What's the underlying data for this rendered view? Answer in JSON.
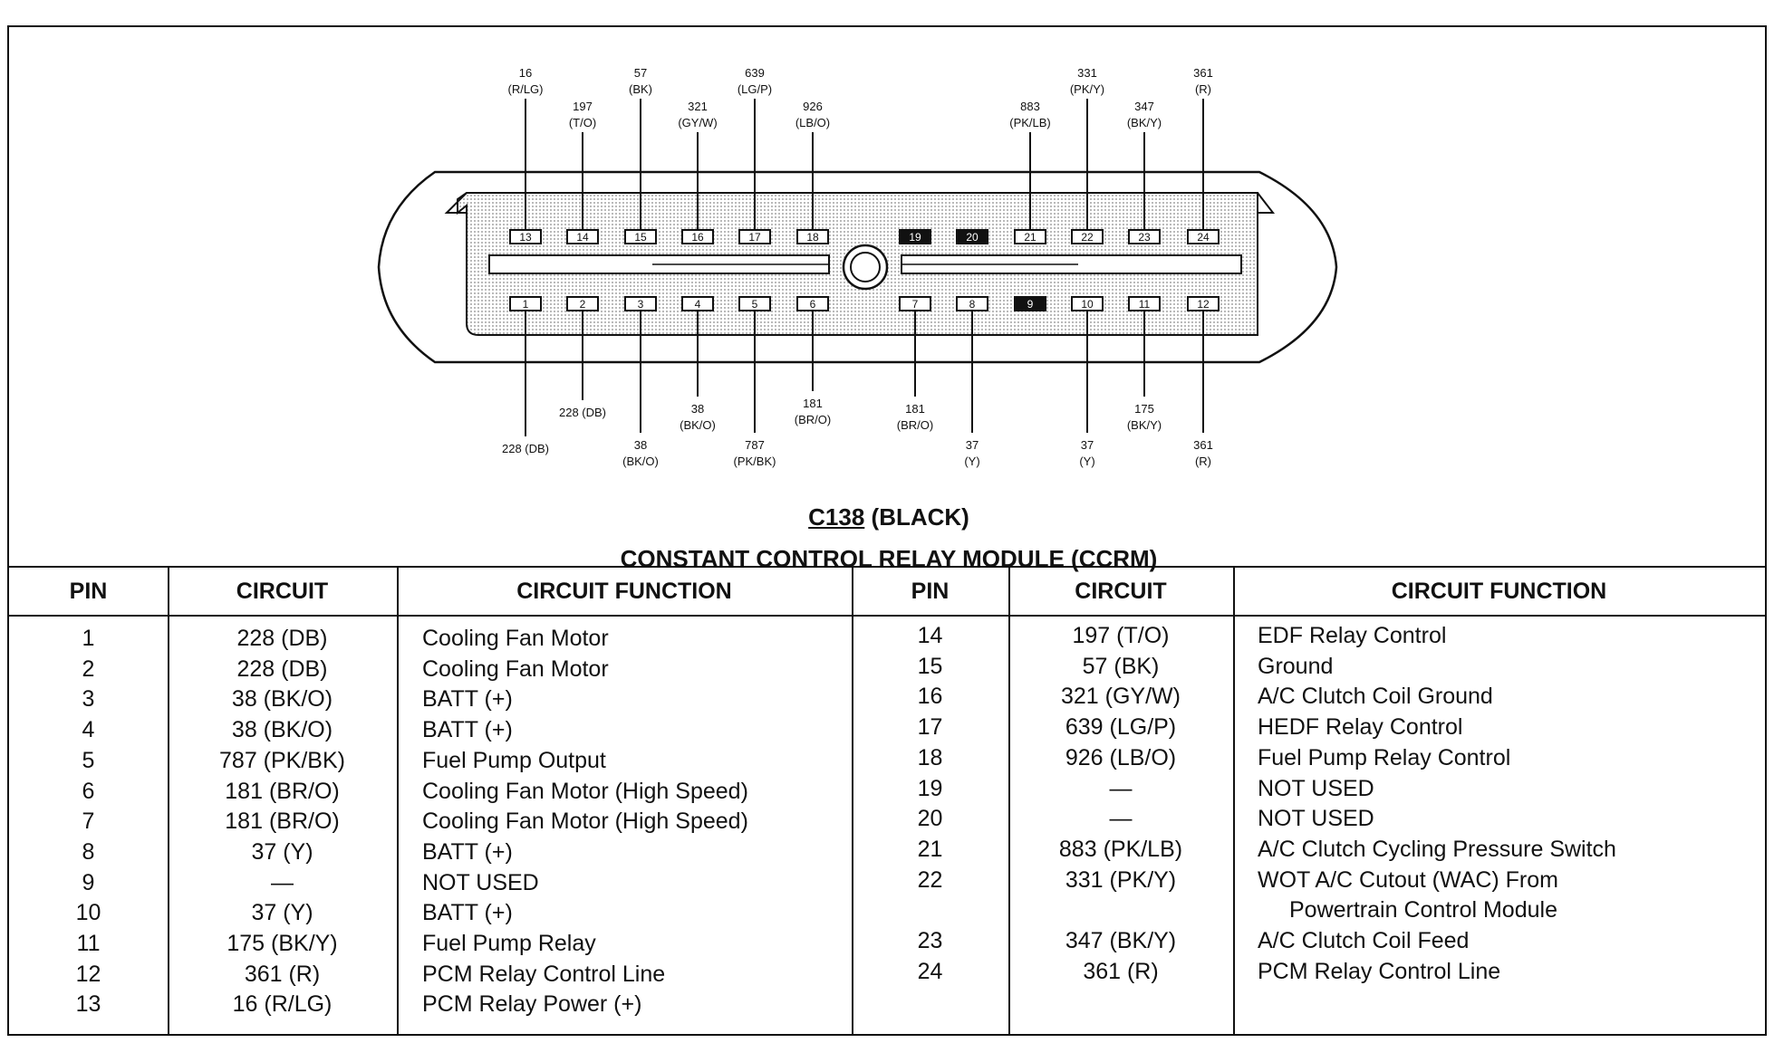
{
  "connector": {
    "name": "C138",
    "color_label": "(BLACK)",
    "module_title": "CONSTANT CONTROL RELAY MODULE  (CCRM)"
  },
  "top_pins": [
    {
      "num": "13",
      "label1": "16",
      "label2": "(R/LG)",
      "filled": false
    },
    {
      "num": "14",
      "label1": "197",
      "label2": "(T/O)",
      "filled": false
    },
    {
      "num": "15",
      "label1": "57",
      "label2": "(BK)",
      "filled": false
    },
    {
      "num": "16",
      "label1": "321",
      "label2": "(GY/W)",
      "filled": false
    },
    {
      "num": "17",
      "label1": "639",
      "label2": "(LG/P)",
      "filled": false
    },
    {
      "num": "18",
      "label1": "926",
      "label2": "(LB/O)",
      "filled": false
    },
    {
      "num": "19",
      "label1": "",
      "label2": "",
      "filled": true
    },
    {
      "num": "20",
      "label1": "",
      "label2": "",
      "filled": true
    },
    {
      "num": "21",
      "label1": "883",
      "label2": "(PK/LB)",
      "filled": false
    },
    {
      "num": "22",
      "label1": "331",
      "label2": "(PK/Y)",
      "filled": false
    },
    {
      "num": "23",
      "label1": "347",
      "label2": "(BK/Y)",
      "filled": false
    },
    {
      "num": "24",
      "label1": "361",
      "label2": "(R)",
      "filled": false
    }
  ],
  "bottom_pins": [
    {
      "num": "1",
      "label1": "228 (DB)",
      "label2": "",
      "filled": false
    },
    {
      "num": "2",
      "label1": "228 (DB)",
      "label2": "",
      "filled": false
    },
    {
      "num": "3",
      "label1": "38",
      "label2": "(BK/O)",
      "filled": false
    },
    {
      "num": "4",
      "label1": "38",
      "label2": "(BK/O)",
      "filled": false
    },
    {
      "num": "5",
      "label1": "787",
      "label2": "(PK/BK)",
      "filled": false
    },
    {
      "num": "6",
      "label1": "181",
      "label2": "(BR/O)",
      "filled": false
    },
    {
      "num": "7",
      "label1": "181",
      "label2": "(BR/O)",
      "filled": false
    },
    {
      "num": "8",
      "label1": "37",
      "label2": "(Y)",
      "filled": false
    },
    {
      "num": "9",
      "label1": "",
      "label2": "",
      "filled": true
    },
    {
      "num": "10",
      "label1": "37",
      "label2": "(Y)",
      "filled": false
    },
    {
      "num": "11",
      "label1": "175",
      "label2": "(BK/Y)",
      "filled": false
    },
    {
      "num": "12",
      "label1": "361",
      "label2": "(R)",
      "filled": false
    }
  ],
  "table": {
    "headers": [
      "PIN",
      "CIRCUIT",
      "CIRCUIT FUNCTION",
      "PIN",
      "CIRCUIT",
      "CIRCUIT FUNCTION"
    ],
    "left_rows": [
      {
        "pin": "1",
        "circuit": "228 (DB)",
        "function": "Cooling Fan Motor"
      },
      {
        "pin": "2",
        "circuit": "228 (DB)",
        "function": "Cooling Fan Motor"
      },
      {
        "pin": "3",
        "circuit": "38 (BK/O)",
        "function": "BATT (+)"
      },
      {
        "pin": "4",
        "circuit": "38 (BK/O)",
        "function": "BATT (+)"
      },
      {
        "pin": "5",
        "circuit": "787 (PK/BK)",
        "function": "Fuel Pump Output"
      },
      {
        "pin": "6",
        "circuit": "181 (BR/O)",
        "function": "Cooling Fan Motor (High Speed)"
      },
      {
        "pin": "7",
        "circuit": "181 (BR/O)",
        "function": "Cooling Fan Motor (High Speed)"
      },
      {
        "pin": "8",
        "circuit": "37 (Y)",
        "function": "BATT (+)"
      },
      {
        "pin": "9",
        "circuit": "—",
        "function": "NOT USED"
      },
      {
        "pin": "10",
        "circuit": "37 (Y)",
        "function": "BATT (+)"
      },
      {
        "pin": "11",
        "circuit": "175 (BK/Y)",
        "function": "Fuel Pump Relay"
      },
      {
        "pin": "12",
        "circuit": "361 (R)",
        "function": "PCM Relay Control Line"
      },
      {
        "pin": "13",
        "circuit": "16 (R/LG)",
        "function": "PCM Relay Power (+)"
      }
    ],
    "right_rows": [
      {
        "pin": "14",
        "circuit": "197 (T/O)",
        "function": "EDF Relay Control"
      },
      {
        "pin": "15",
        "circuit": "57 (BK)",
        "function": "Ground"
      },
      {
        "pin": "16",
        "circuit": "321 (GY/W)",
        "function": "A/C Clutch Coil Ground"
      },
      {
        "pin": "17",
        "circuit": "639 (LG/P)",
        "function": "HEDF Relay Control"
      },
      {
        "pin": "18",
        "circuit": "926 (LB/O)",
        "function": "Fuel Pump Relay Control"
      },
      {
        "pin": "19",
        "circuit": "—",
        "function": "NOT USED"
      },
      {
        "pin": "20",
        "circuit": "—",
        "function": "NOT USED"
      },
      {
        "pin": "21",
        "circuit": "883 (PK/LB)",
        "function": "A/C Clutch Cycling Pressure Switch"
      },
      {
        "pin": "22",
        "circuit": "331 (PK/Y)",
        "function": "WOT A/C Cutout (WAC) From"
      },
      {
        "pin": "",
        "circuit": "",
        "function": "Powertrain Control Module"
      },
      {
        "pin": "23",
        "circuit": "347 (BK/Y)",
        "function": "A/C Clutch Coil Feed"
      },
      {
        "pin": "24",
        "circuit": "361 (R)",
        "function": "PCM Relay Control Line"
      }
    ]
  }
}
